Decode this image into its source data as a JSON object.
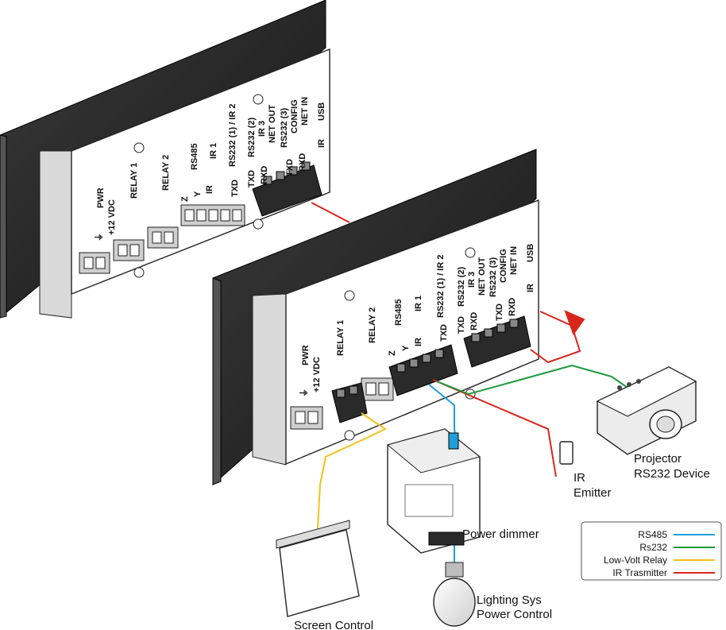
{
  "panel_labels": {
    "ground": "⏚",
    "pwr": "PWR",
    "vdc": "+12 VDC",
    "relay1": "RELAY 1",
    "relay2": "RELAY 2",
    "rs485": "RS485",
    "z": "Z",
    "y": "Y",
    "ir1": "IR 1",
    "ir_short": "IR",
    "rs232_ir2": "RS232 (1) / IR 2",
    "txd": "TXD",
    "rxd": "RXD",
    "rs232_2": "RS232 (2)",
    "ir3": "IR 3",
    "net_out": "NET OUT",
    "rs232_3": "RS232 (3)",
    "config": "CONFIG",
    "net_in": "NET IN",
    "usb": "USB",
    "ir_port": "IR"
  },
  "devices": {
    "projector": [
      "Projector",
      "RS232 Device"
    ],
    "ir_emitter": [
      "IR",
      "Emitter"
    ],
    "power_dimmer": "Power dimmer",
    "lighting": [
      "Lighting Sys",
      "Power Control"
    ],
    "screen": "Screen Control"
  },
  "legend": [
    {
      "label": "RS485",
      "color": "#1f9fd8"
    },
    {
      "label": "Rs232",
      "color": "#1a9a3a"
    },
    {
      "label": "Low-Volt Relay",
      "color": "#f2c21b"
    },
    {
      "label": "IR Trasmitter",
      "color": "#d9261c"
    }
  ]
}
